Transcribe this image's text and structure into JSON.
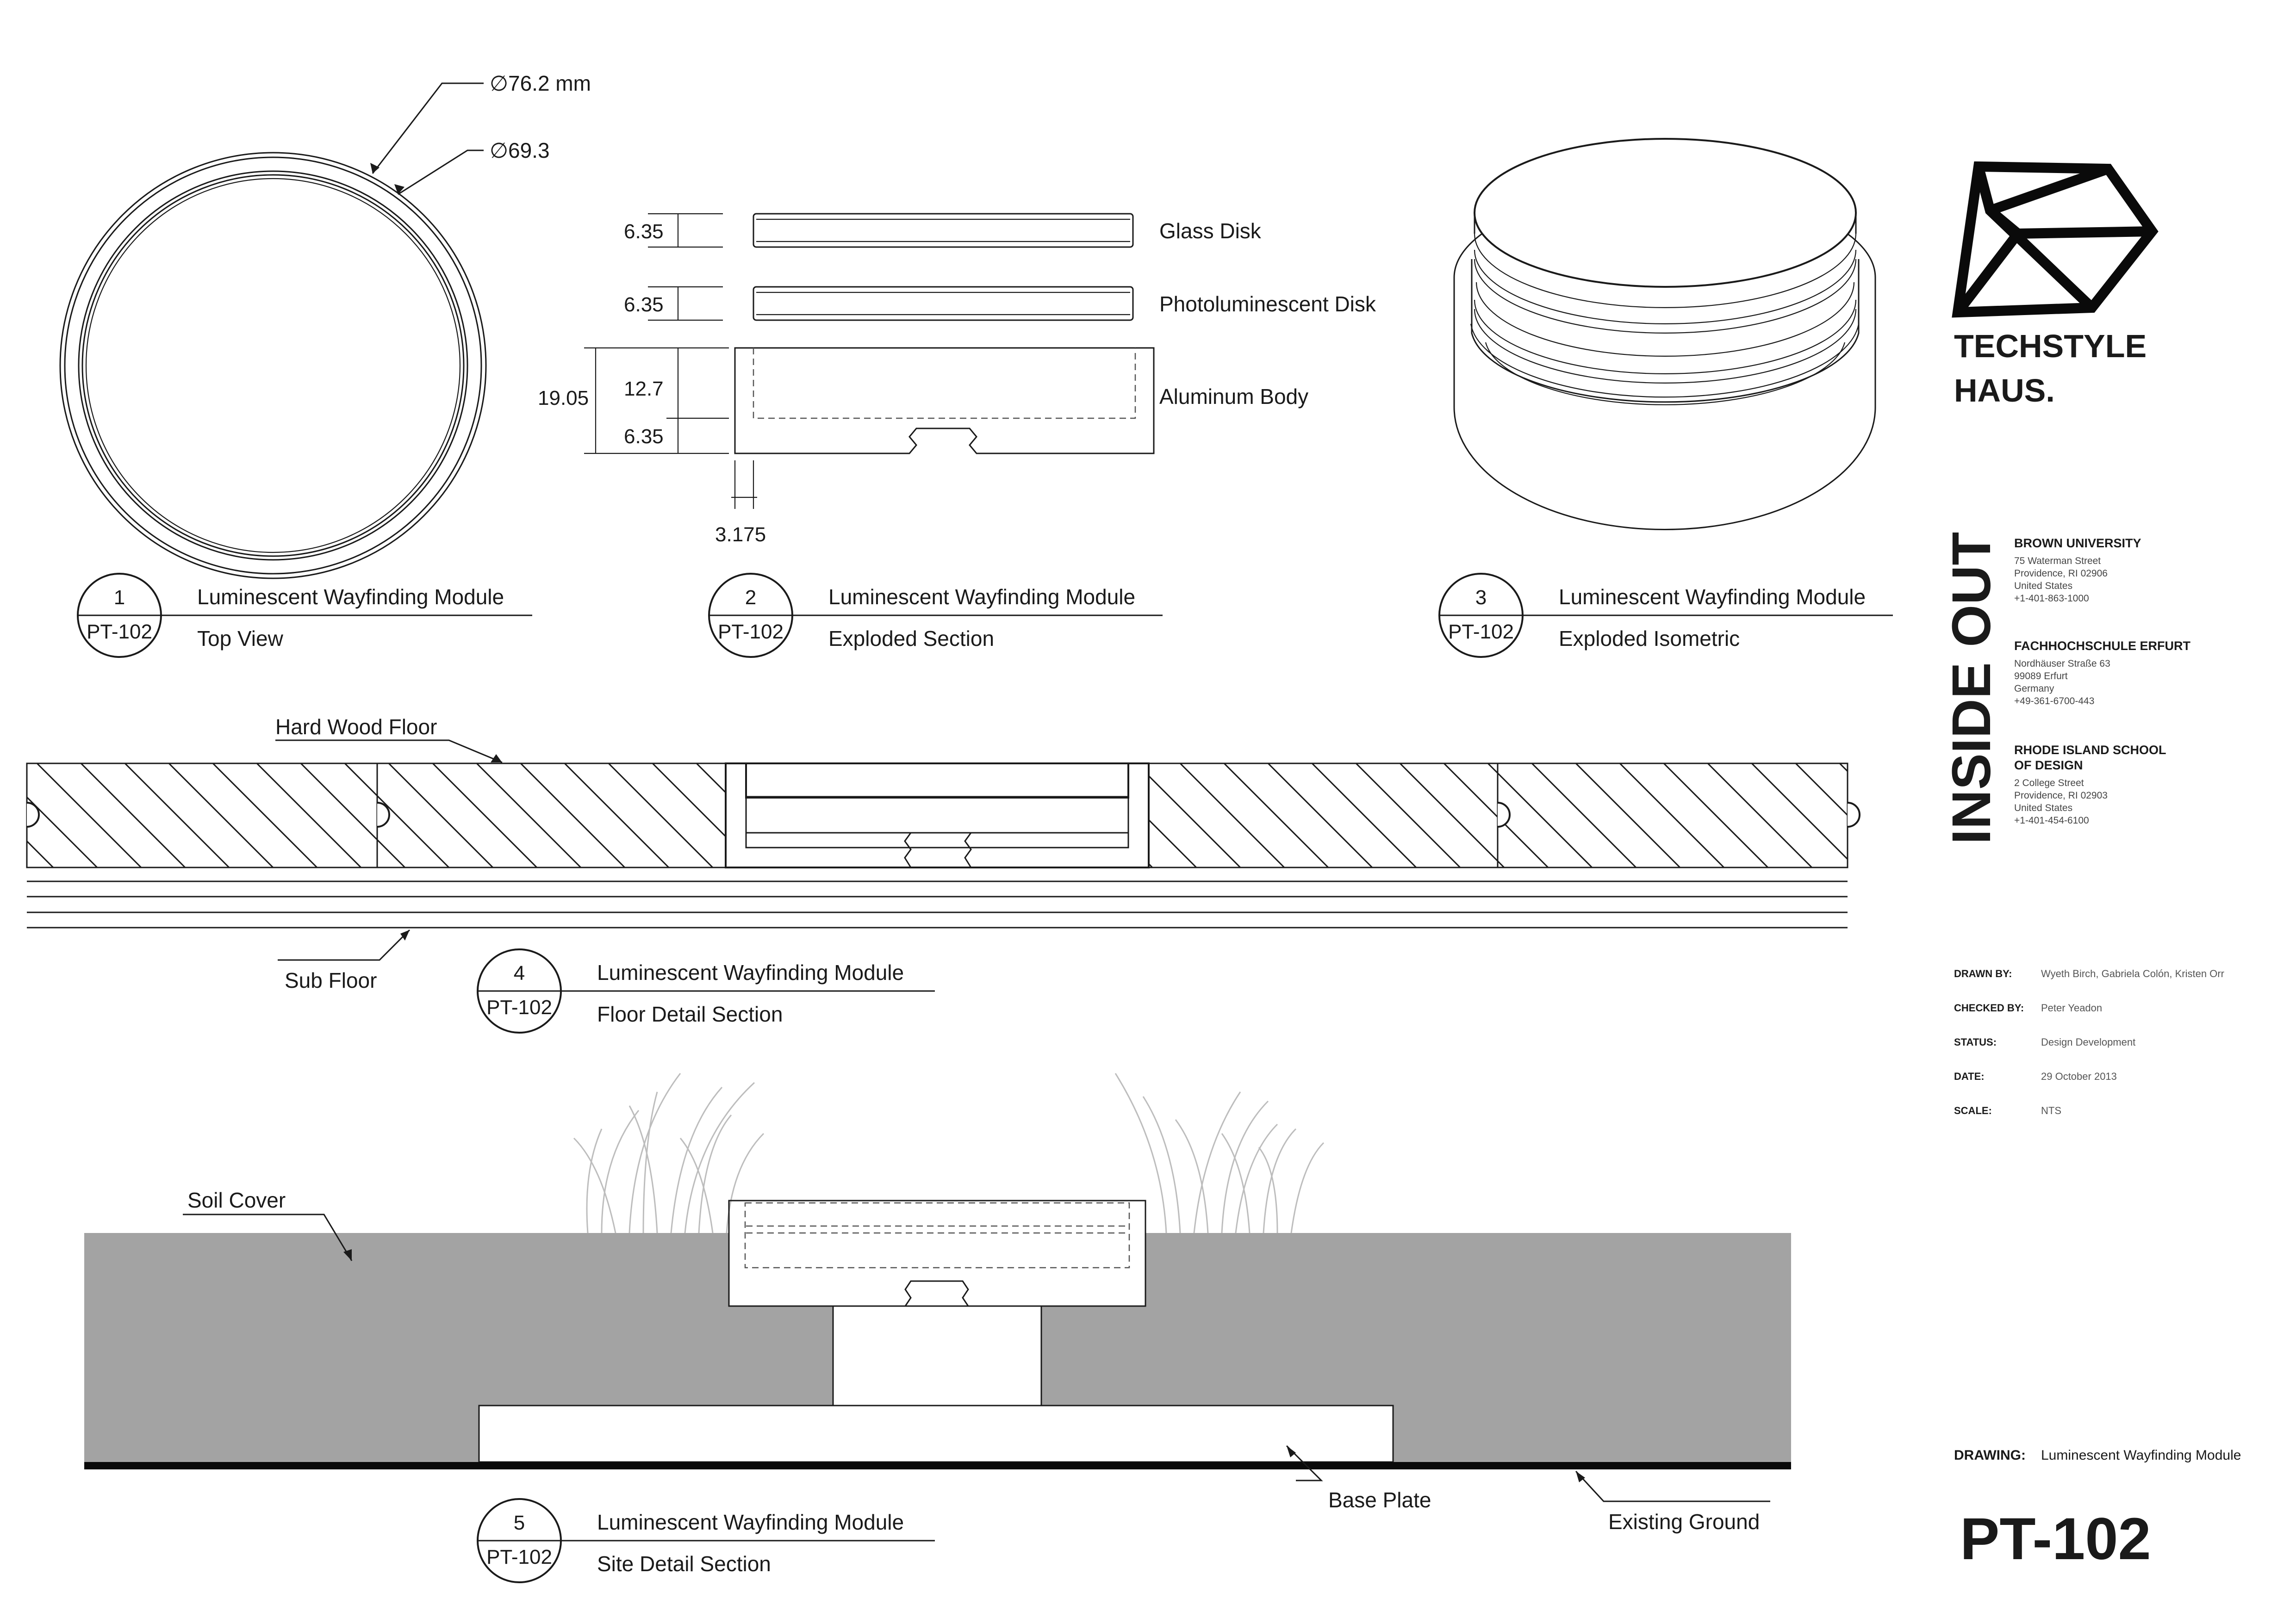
{
  "brand": {
    "name_line1": "TECHSTYLE",
    "name_line2": "HAUS.",
    "project": "INSIDE OUT"
  },
  "institutions": [
    {
      "name": "BROWN UNIVERSITY",
      "lines": [
        "75 Waterman Street",
        "Providence, RI 02906",
        "United States",
        "+1-401-863-1000"
      ]
    },
    {
      "name": "FACHHOCHSCHULE ERFURT",
      "lines": [
        "Nordhäuser Straße 63",
        "99089 Erfurt",
        "Germany",
        "+49-361-6700-443"
      ]
    },
    {
      "name_line1": "RHODE ISLAND SCHOOL",
      "name_line2": "OF DESIGN",
      "lines": [
        "2 College Street",
        "Providence, RI 02903",
        "United States",
        "+1-401-454-6100"
      ]
    }
  ],
  "meta": [
    {
      "key": "DRAWN BY:",
      "value": "Wyeth Birch, Gabriela Colón, Kristen Orr"
    },
    {
      "key": "CHECKED BY:",
      "value": "Peter Yeadon"
    },
    {
      "key": "STATUS:",
      "value": "Design Development"
    },
    {
      "key": "DATE:",
      "value": "29 October 2013"
    },
    {
      "key": "SCALE:",
      "value": "NTS"
    }
  ],
  "drawing": {
    "key": "DRAWING:",
    "value": "Luminescent Wayfinding Module",
    "number": "PT-102"
  },
  "views": [
    {
      "num": "1",
      "ref": "PT-102",
      "title": "Luminescent Wayfinding Module",
      "subtitle": "Top View"
    },
    {
      "num": "2",
      "ref": "PT-102",
      "title": "Luminescent Wayfinding Module",
      "subtitle": "Exploded Section"
    },
    {
      "num": "3",
      "ref": "PT-102",
      "title": "Luminescent Wayfinding Module",
      "subtitle": "Exploded Isometric"
    },
    {
      "num": "4",
      "ref": "PT-102",
      "title": "Luminescent Wayfinding Module",
      "subtitle": "Floor Detail Section"
    },
    {
      "num": "5",
      "ref": "PT-102",
      "title": "Luminescent Wayfinding Module",
      "subtitle": "Site Detail Section"
    }
  ],
  "top_view": {
    "outer_dia": "76.2 mm",
    "inner_dia": "69.3",
    "dia_symbol": "∅"
  },
  "section": {
    "glass_label": "Glass Disk",
    "photo_label": "Photoluminescent Disk",
    "body_label": "Aluminum Body",
    "dim_glass": "6.35",
    "dim_photo": "6.35",
    "dim_total": "19.05",
    "dim_upper": "12.7",
    "dim_lower": "6.35",
    "dim_bottom": "3.175"
  },
  "floor": {
    "top_label": "Hard Wood Floor",
    "bottom_label": "Sub Floor"
  },
  "site": {
    "soil_label": "Soil Cover",
    "plate_label": "Base Plate",
    "ground_label": "Existing Ground",
    "soil_color": "#a3a3a3"
  }
}
